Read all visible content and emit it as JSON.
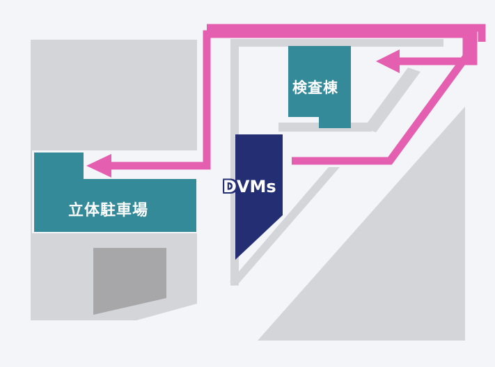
{
  "buildings": {
    "parking": {
      "label": "立体駐車場",
      "color": "#348a99"
    },
    "inspection": {
      "label": "検査棟",
      "color": "#348a99"
    },
    "dvms": {
      "label": "DVMs",
      "color": "#232f72"
    }
  },
  "colors": {
    "background": "#f4f5f9",
    "ground": "#d4d5d9",
    "dark_ground": "#a7a7a9",
    "route": "#e45fb0"
  },
  "icons": {
    "route_arrow": "arrow-left-icon"
  }
}
